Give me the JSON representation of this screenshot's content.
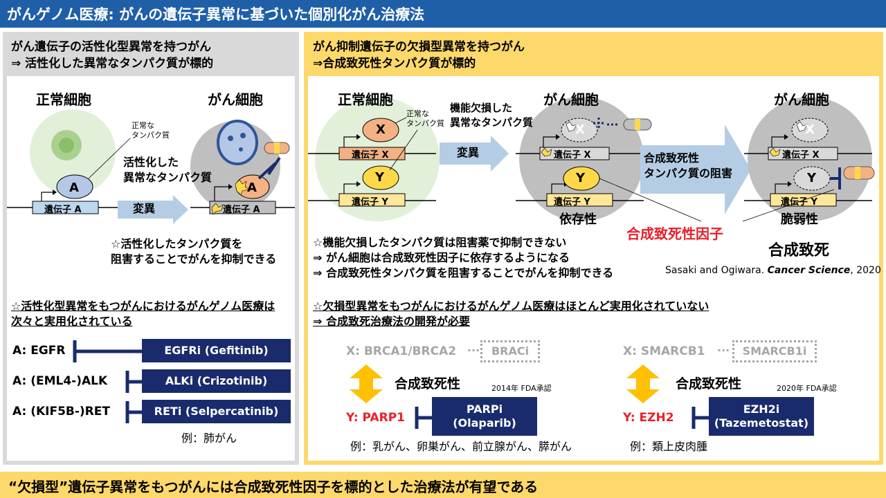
{
  "title": "がんゲノム医療: がんの遺伝子異常に基づいた個別化がん治療法",
  "left": {
    "header_line1": "がん遺伝子の活性化型異常を持つがん",
    "header_line2": "⇒ 活性化した異常なタンパク質が標的",
    "normal_cell": "正常細胞",
    "cancer_cell": "がん細胞",
    "protein_note_1": "正常な",
    "protein_note_2": "タンパク質",
    "protein_A": "A",
    "gene_A": "遺伝子 A",
    "mutation": "変異",
    "activated_1": "活性化した",
    "activated_2": "異常なタンパク質",
    "note_1": "☆活性化したタンパク質を",
    "note_2": "阻害することでがんを抑制できる",
    "note_3": "☆活性化型異常をもつがんにおけるがんゲノム医療は",
    "note_4": "次々と実用化されている",
    "targets": [
      {
        "label": "A: EGFR",
        "drug": "EGFRi (Gefitinib)"
      },
      {
        "label": "A: (EML4-)ALK",
        "drug": "ALKi (Crizotinib)"
      },
      {
        "label": "A: (KIF5B-)RET",
        "drug": "RETi (Selpercatinib)"
      }
    ],
    "example": "例：肺がん"
  },
  "right": {
    "header_line1": "がん抑制遺伝子の欠損型異常を持つがん",
    "header_line2": "⇒合成致死性タンパク質が標的",
    "normal_cell": "正常細胞",
    "cancer_cell_1": "がん細胞",
    "cancer_cell_2": "がん細胞",
    "protein_note_1": "正常な",
    "protein_note_2": "タンパク質",
    "lof_1": "機能欠損した",
    "lof_2": "異常なタンパク質",
    "protein_X": "X",
    "protein_Y": "Y",
    "gene_X": "遺伝子 X",
    "gene_Y": "遺伝子 Y",
    "mutation": "変異",
    "inhibit_1": "合成致死性",
    "inhibit_2": "タンパク質の阻害",
    "dependent": "依存性",
    "vulnerable": "脆弱性",
    "sl_factor": "合成致死性因子",
    "sl": "合成致死",
    "note_1": "☆機能欠損したタンパク質は阻害薬で抑制できない",
    "note_2": "⇒ がん細胞は合成致死性因子に依存するようになる",
    "note_3": "⇒  合成致死性タンパク質を阻害することでがんを抑制できる",
    "citation_1": "Sasaki and Ogiwara. ",
    "citation_2": "Cancer Science",
    "citation_3": ", 2020",
    "note_4": "☆欠損型異常をもつがんにおけるがんゲノム医療はほとんど実用化されていない",
    "note_5": "⇒  合成致死治療法の開発が必要",
    "pair1": {
      "x": "X: BRCA1/BRCA2",
      "xi": "BRACi",
      "rel": "合成致死性",
      "fda": "2014年 FDA承認",
      "y": "Y: PARP1",
      "drug_1": "PARPi",
      "drug_2": "(Olaparib)",
      "example": "例：乳がん、卵巣がん、前立腺がん、膵がん"
    },
    "pair2": {
      "x": "X: SMARCB1",
      "xi": "SMARCB1i",
      "rel": "合成致死性",
      "fda": "2020年 FDA承認",
      "y": "Y: EZH2",
      "drug_1": "EZH2i",
      "drug_2": "(Tazemetostat)",
      "example": "例：類上皮肉腫"
    }
  },
  "footer": "“欠損型”遺伝子異常をもつがんには合成致死性因子を標的とした治療法が有望である",
  "colors": {
    "title_bg": "#1f5fa8",
    "navy": "#1a2b6d",
    "yellow": "#fdd86b",
    "gray_panel": "#d9d9d9",
    "red": "#e8202a",
    "arrow": "#b4cde4"
  }
}
